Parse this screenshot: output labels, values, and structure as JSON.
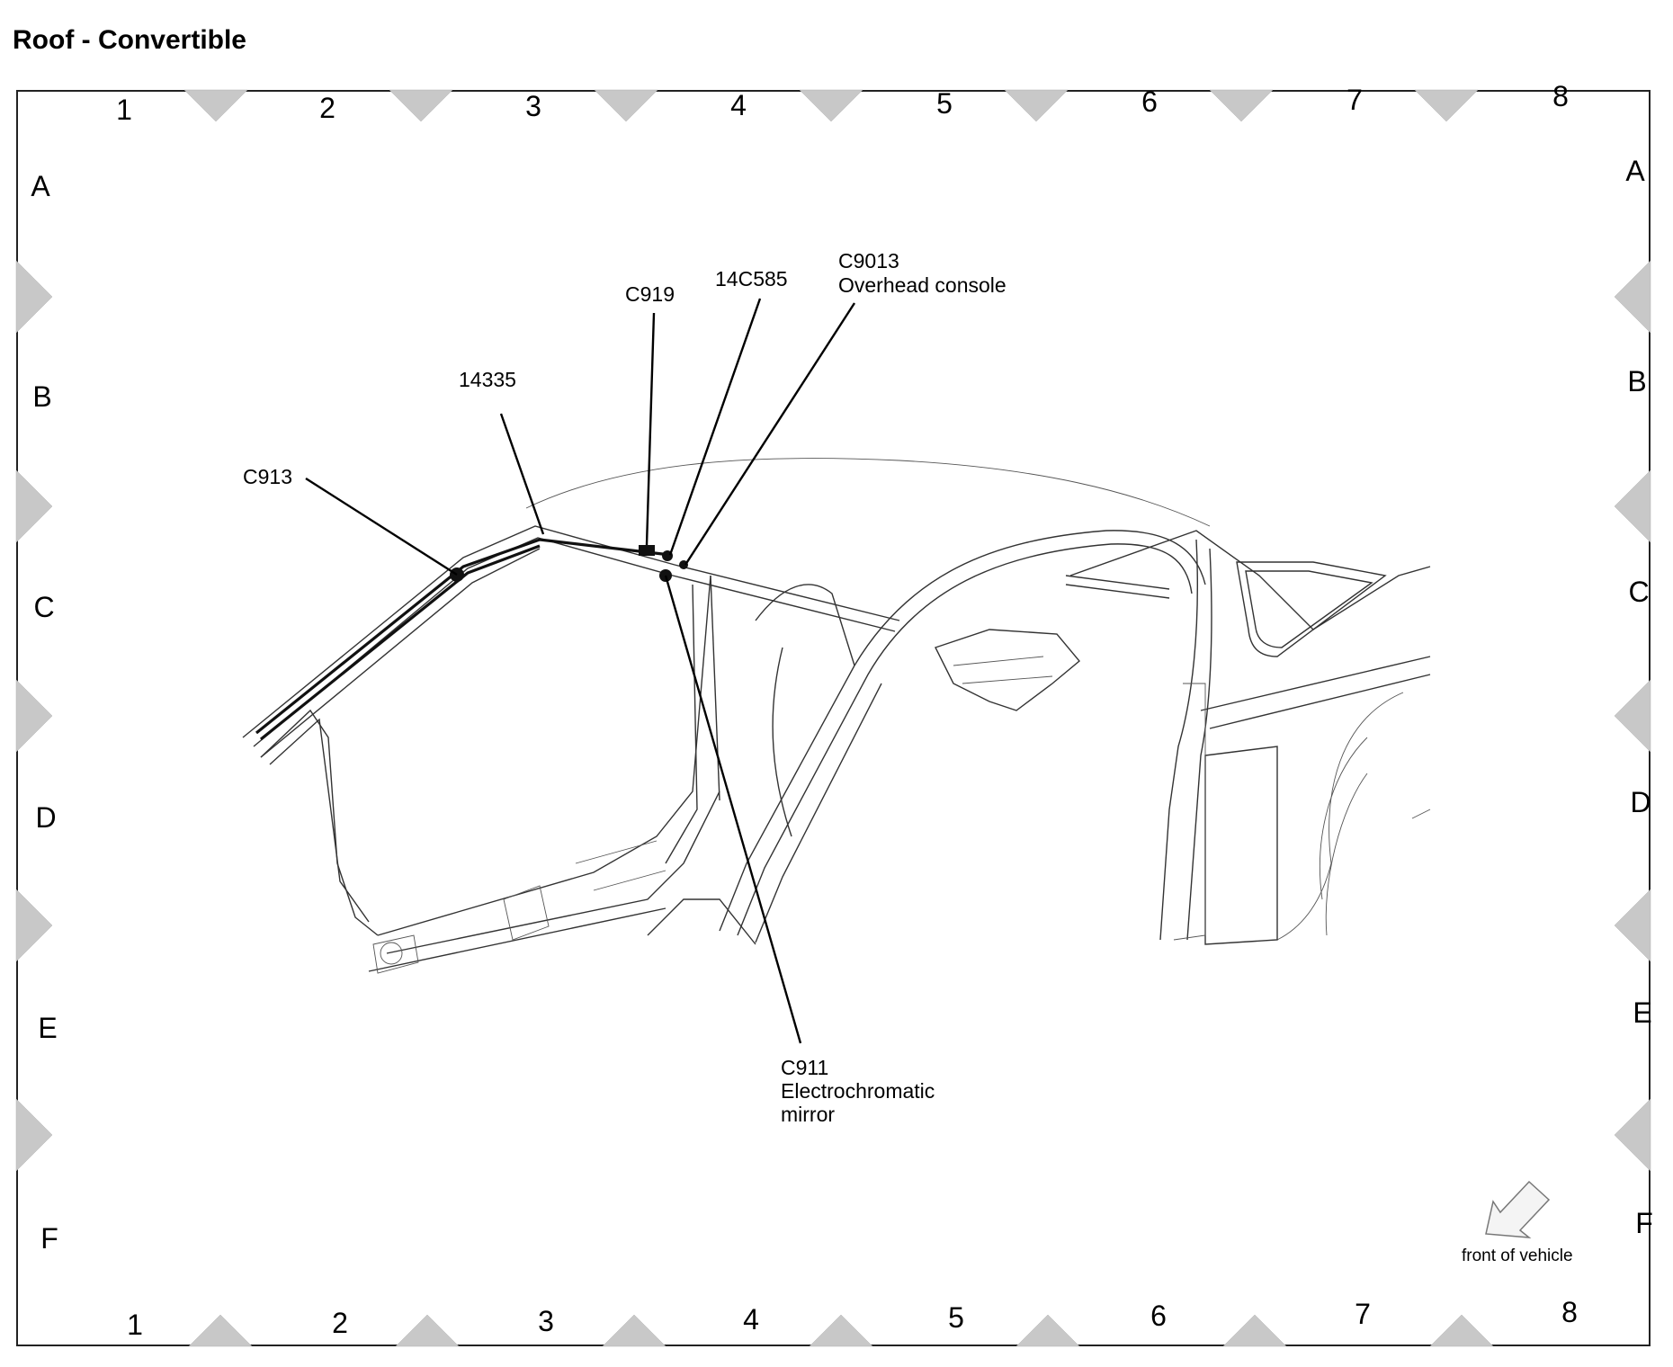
{
  "title": "Roof - Convertible",
  "grid": {
    "columns": [
      "1",
      "2",
      "3",
      "4",
      "5",
      "6",
      "7",
      "8"
    ],
    "rows": [
      "A",
      "B",
      "C",
      "D",
      "E",
      "F"
    ]
  },
  "callouts": {
    "c913": "C913",
    "part_14335": "14335",
    "c919": "C919",
    "part_14c585": "14C585",
    "c9013_id": "C9013",
    "c9013_desc": "Overhead console",
    "c911_id": "C911",
    "c911_desc_1": "Electrochromatic",
    "c911_desc_2": "mirror"
  },
  "orientation_label": "front of vehicle"
}
